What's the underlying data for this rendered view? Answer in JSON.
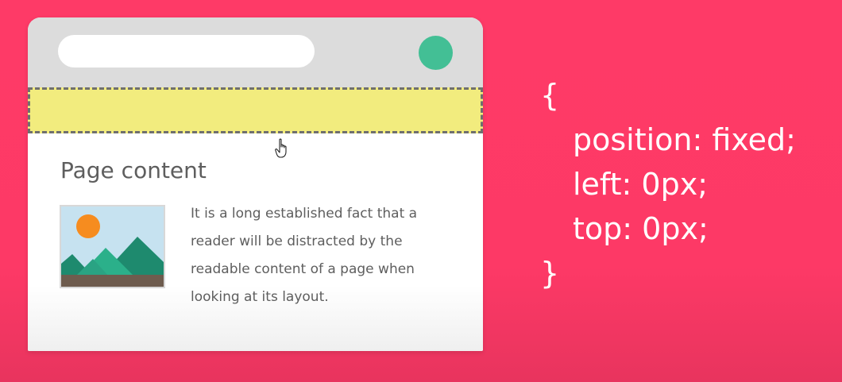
{
  "browser": {
    "accent_color": "#43bf95",
    "header_color": "#f2ec7e"
  },
  "content": {
    "title": "Page content",
    "body": "It is a long established fact that a reader will be distracted by the readable content of a page when looking at its layout."
  },
  "css_snippet": {
    "open_brace": "{",
    "declarations": [
      "position: fixed;",
      "left: 0px;",
      "top: 0px;"
    ],
    "close_brace": "}"
  },
  "icons": [
    "hand-pointer-icon",
    "landscape-image-icon"
  ]
}
